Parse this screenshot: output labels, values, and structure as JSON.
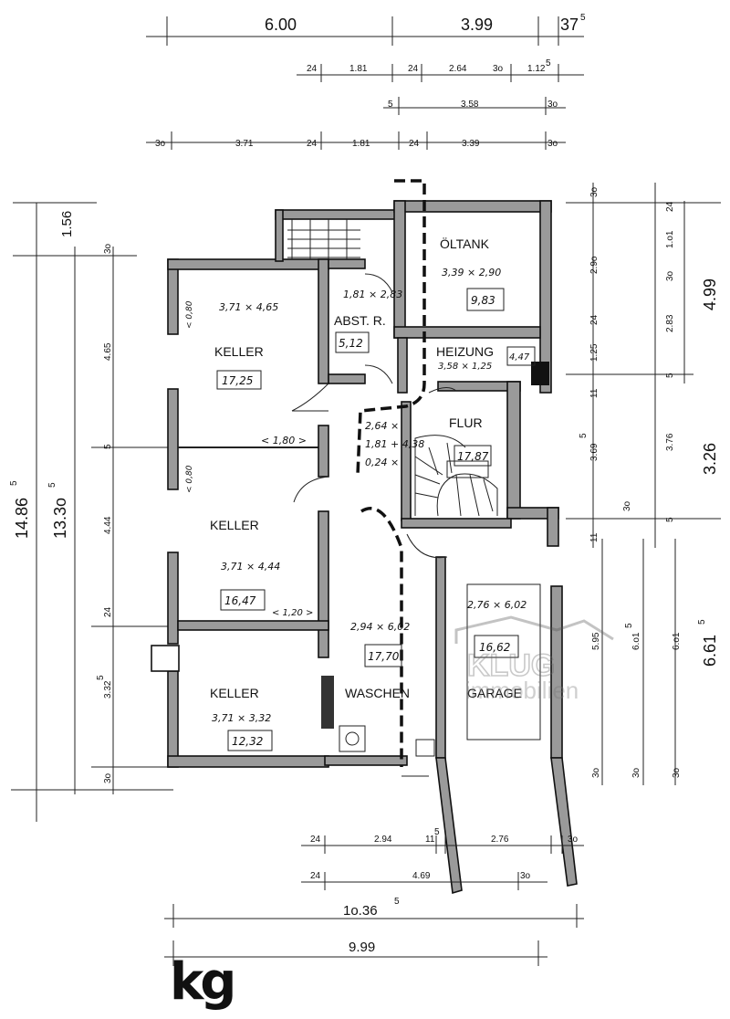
{
  "dimensions": {
    "top_total_1": "6.00",
    "top_total_2": "3.99",
    "top_total_3": "37",
    "top_total_3_sup": "5",
    "row1": [
      "24",
      "1.81",
      "24",
      "2.64",
      "3o",
      "1.12",
      "5"
    ],
    "row2": [
      "5",
      "3.58",
      "3o"
    ],
    "row3": [
      "3o",
      "3.71",
      "24",
      "1.81",
      "24",
      "3.39",
      "3o"
    ],
    "left_1": "1.56",
    "left_2": "14.86",
    "left_2_sup": "5",
    "left_3": "13.3o",
    "left_3_sup": "5",
    "left_col": [
      "3o",
      "4.65",
      "5",
      "4.44",
      "24",
      "3.32",
      "3o"
    ],
    "left_col_sup": "5",
    "right_col_a": [
      "3o",
      "2.9o",
      "24",
      "1.25",
      "11",
      "3.69",
      "11"
    ],
    "right_col_a_sup": "5",
    "right_col_b": [
      "24",
      "1.o1",
      "3o",
      "2.83",
      "5",
      "3.76",
      "5"
    ],
    "right_total_1": "4.99",
    "right_total_2": "3.26",
    "right_total_3": "6.61",
    "right_total_3_sup": "5",
    "right_garage_1": "5.95",
    "right_garage_2": "6.o1",
    "right_garage_3": "6.o1",
    "right_garage_sup": "5",
    "right_bottom": [
      "3o",
      "3o",
      "3o"
    ],
    "right_mid": "3o",
    "bottom_row1": [
      "24",
      "2.94",
      "11",
      "2.76",
      "3o"
    ],
    "bottom_row1_sup": "5",
    "bottom_row2": [
      "24",
      "4.69",
      "3o"
    ],
    "bottom_total_1": "1o.36",
    "bottom_total_1_sup": "5",
    "bottom_total_2": "9.99"
  },
  "rooms": [
    {
      "name": "KELLER",
      "size": "3,71 × 4,65",
      "area": "17,25"
    },
    {
      "name": "KELLER",
      "size": "3,71 × 4,44",
      "area": "16,47"
    },
    {
      "name": "KELLER",
      "size": "3,71 × 3,32",
      "area": "12,32"
    },
    {
      "name": "ABST. R.",
      "size": "1,81 × 2,83",
      "area": "5,12"
    },
    {
      "name": "ÖLTANK",
      "size": "3,39 × 2,90",
      "area": "9,83"
    },
    {
      "name": "HEIZUNG",
      "size": "3,58 × 1,25",
      "area": "4,47"
    },
    {
      "name": "FLUR",
      "size_lines": [
        "2,64 ×",
        "1,81 + 4,38",
        "0,24 ×"
      ],
      "area": "17,87"
    },
    {
      "name": "WASCHEN",
      "size": "2,94 × 6,02",
      "area": "17,70"
    },
    {
      "name": "GARAGE",
      "size": "2,76 × 6,02",
      "area": "16,62"
    }
  ],
  "annotations": [
    "< 1,80 >",
    "< 1,20 >",
    "< 0,80",
    "< 0,80"
  ],
  "watermark": {
    "brand": "KLUG",
    "sub": "immobilien"
  },
  "logo": "kg"
}
